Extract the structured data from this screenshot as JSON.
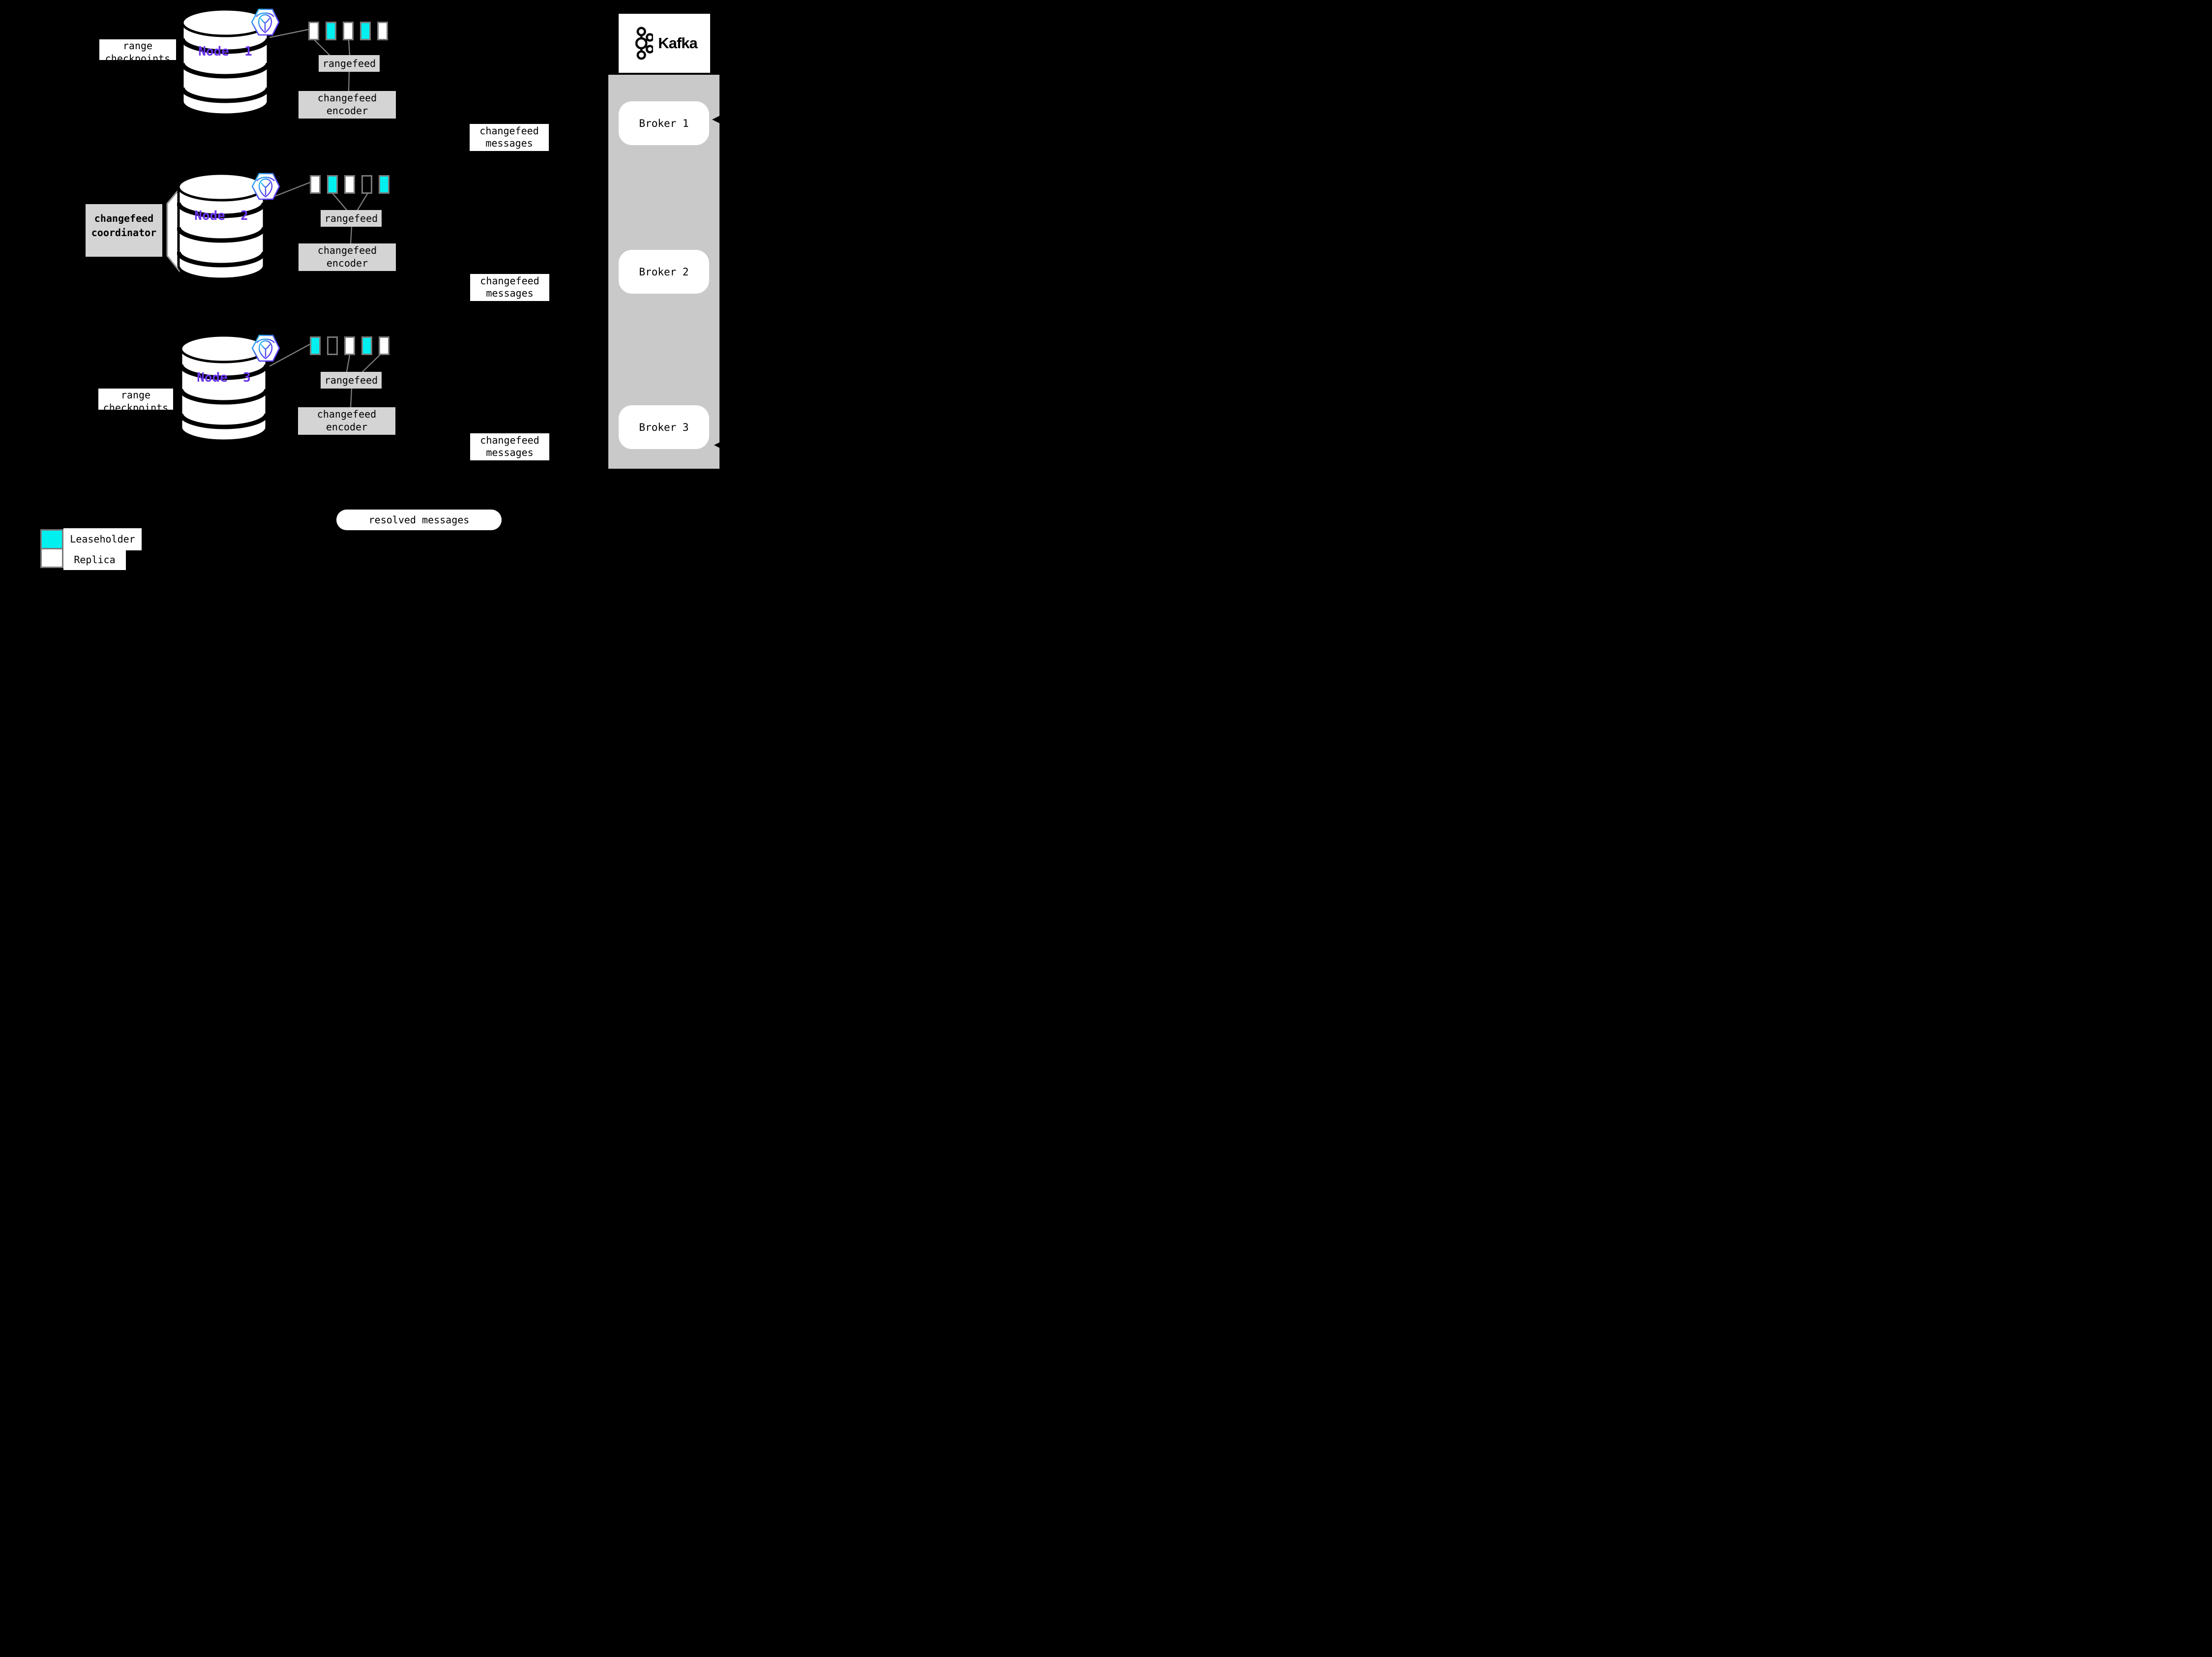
{
  "colors": {
    "background": "#000000",
    "leaseholder_teal": "#00F0F0",
    "replica_white": "#FFFFFF",
    "node_label_purple": "#6933EE",
    "process_box_gray": "#D4D4D4",
    "kafka_column_gray": "#C9C9C9",
    "connector_gray": "#828282",
    "square_border_gray": "#7A7A7A"
  },
  "nodes": [
    {
      "label": "Node  1",
      "annotation": [
        "range",
        "checkpoints"
      ],
      "ranges": [
        "replica",
        "leaseholder",
        "replica",
        "leaseholder",
        "replica"
      ],
      "rangefeed": "rangefeed",
      "encoder": [
        "changefeed",
        "encoder"
      ]
    },
    {
      "label": "Node  2",
      "annotation": [
        "changefeed",
        "coordinator"
      ],
      "ranges": [
        "replica",
        "leaseholder",
        "replica",
        "empty",
        "leaseholder"
      ],
      "rangefeed": "rangefeed",
      "encoder": [
        "changefeed",
        "encoder"
      ]
    },
    {
      "label": "Node  3",
      "annotation": [
        "range",
        "checkpoints"
      ],
      "ranges": [
        "leaseholder",
        "empty",
        "replica",
        "leaseholder",
        "replica"
      ],
      "rangefeed": "rangefeed",
      "encoder": [
        "changefeed",
        "encoder"
      ]
    }
  ],
  "messages_label": [
    "changefeed",
    "messages"
  ],
  "resolved_label": "resolved messages",
  "kafka": {
    "title": "Kafka",
    "brokers": [
      "Broker 1",
      "Broker 2",
      "Broker 3"
    ]
  },
  "legend": [
    {
      "kind": "leaseholder",
      "label": "Leaseholder"
    },
    {
      "kind": "replica",
      "label": "Replica"
    }
  ]
}
